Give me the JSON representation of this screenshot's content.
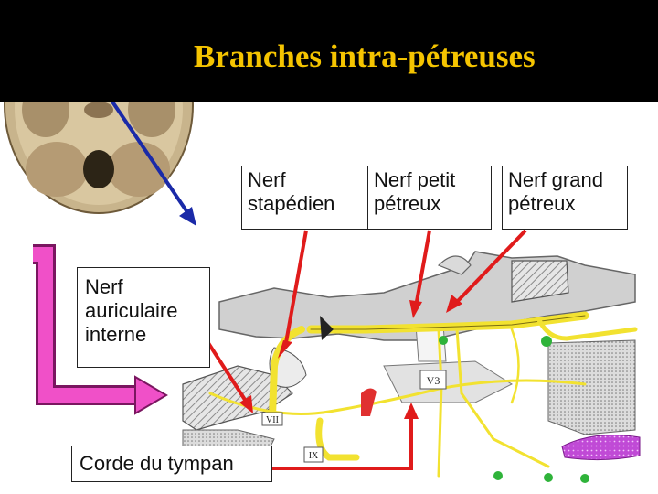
{
  "title": "Branches intra-pétreuses",
  "labels": {
    "stapedien": [
      "Nerf",
      "stapédien"
    ],
    "petit_petreux": [
      "Nerf petit",
      "pétreux"
    ],
    "grand_petreux": [
      "Nerf grand",
      "pétreux"
    ],
    "auriculaire": [
      "Nerf",
      "auriculaire",
      "interne"
    ],
    "corde": "Corde du tympan"
  },
  "diagram_marks": {
    "v3": "V3",
    "vii": "VII",
    "ix": "IX"
  },
  "colors": {
    "title": "#f5c400",
    "pointer_arrows": "#e01b1b",
    "skull_arrow": "#1a2aa8",
    "bracket_arrow": "#f050c8",
    "nerves": "#f2e230"
  }
}
